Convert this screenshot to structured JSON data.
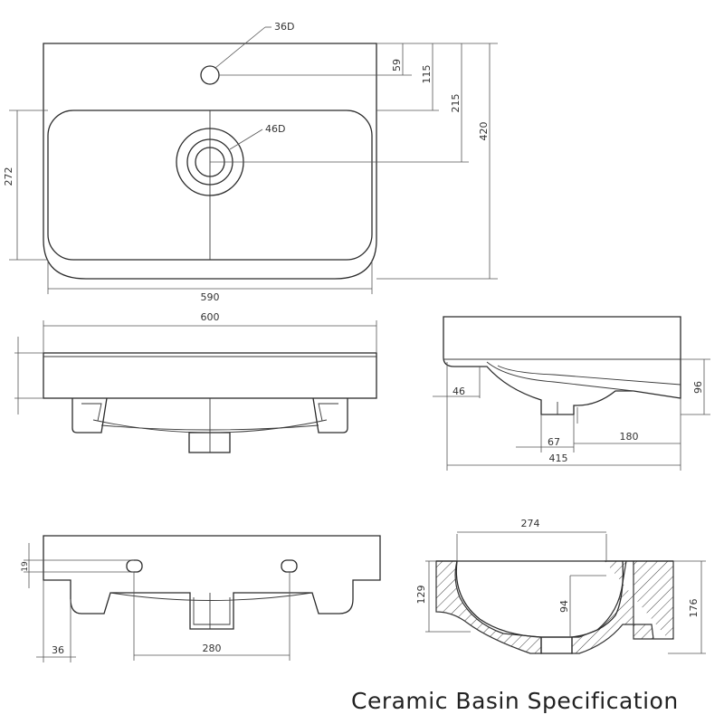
{
  "caption": "Ceramic Basin Specification",
  "top_view": {
    "tap_hole": "36D",
    "waste_hole": "46D",
    "dim_59": "59",
    "dim_115": "115",
    "dim_215": "215",
    "dim_420": "420",
    "dim_272": "272",
    "dim_590": "590"
  },
  "front_view": {
    "dim_600": "600"
  },
  "side_view": {
    "dim_46": "46",
    "dim_96": "96",
    "dim_67": "67",
    "dim_180": "180",
    "dim_415": "415"
  },
  "rear_view": {
    "dim_small": "19",
    "dim_36": "36",
    "dim_280": "280"
  },
  "section_view": {
    "dim_274": "274",
    "dim_129": "129",
    "dim_94": "94",
    "dim_176": "176"
  }
}
